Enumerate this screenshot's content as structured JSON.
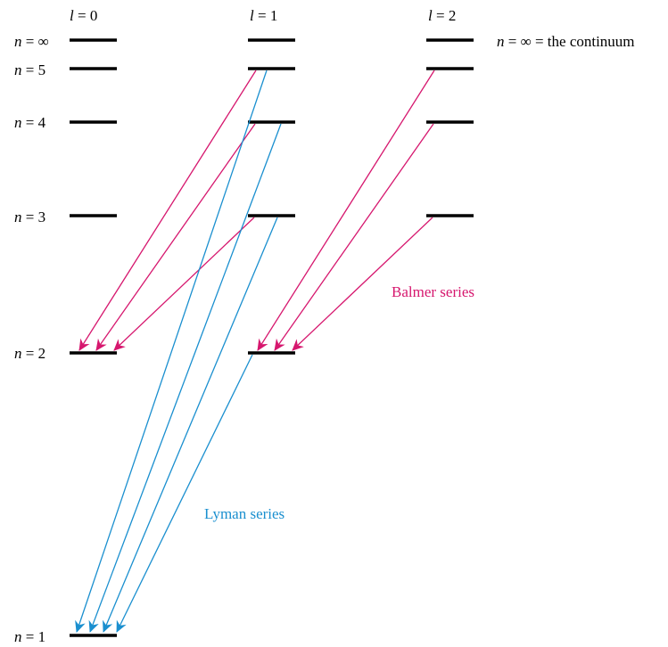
{
  "columns": [
    {
      "var": "l",
      "eq": "=",
      "value": "0"
    },
    {
      "var": "l",
      "eq": "=",
      "value": "1"
    },
    {
      "var": "l",
      "eq": "=",
      "value": "2"
    }
  ],
  "levels": [
    {
      "n": "∞",
      "var": "n",
      "eq": "="
    },
    {
      "n": "5",
      "var": "n",
      "eq": "="
    },
    {
      "n": "4",
      "var": "n",
      "eq": "="
    },
    {
      "n": "3",
      "var": "n",
      "eq": "="
    },
    {
      "n": "2",
      "var": "n",
      "eq": "="
    },
    {
      "n": "1",
      "var": "n",
      "eq": "="
    }
  ],
  "continuum_note": {
    "var": "n",
    "rest": "= ∞ = the continuum"
  },
  "series": {
    "balmer": {
      "label": "Balmer series",
      "color": "#d6176e"
    },
    "lyman": {
      "label": "Lyman series",
      "color": "#1a8fcf"
    }
  }
}
